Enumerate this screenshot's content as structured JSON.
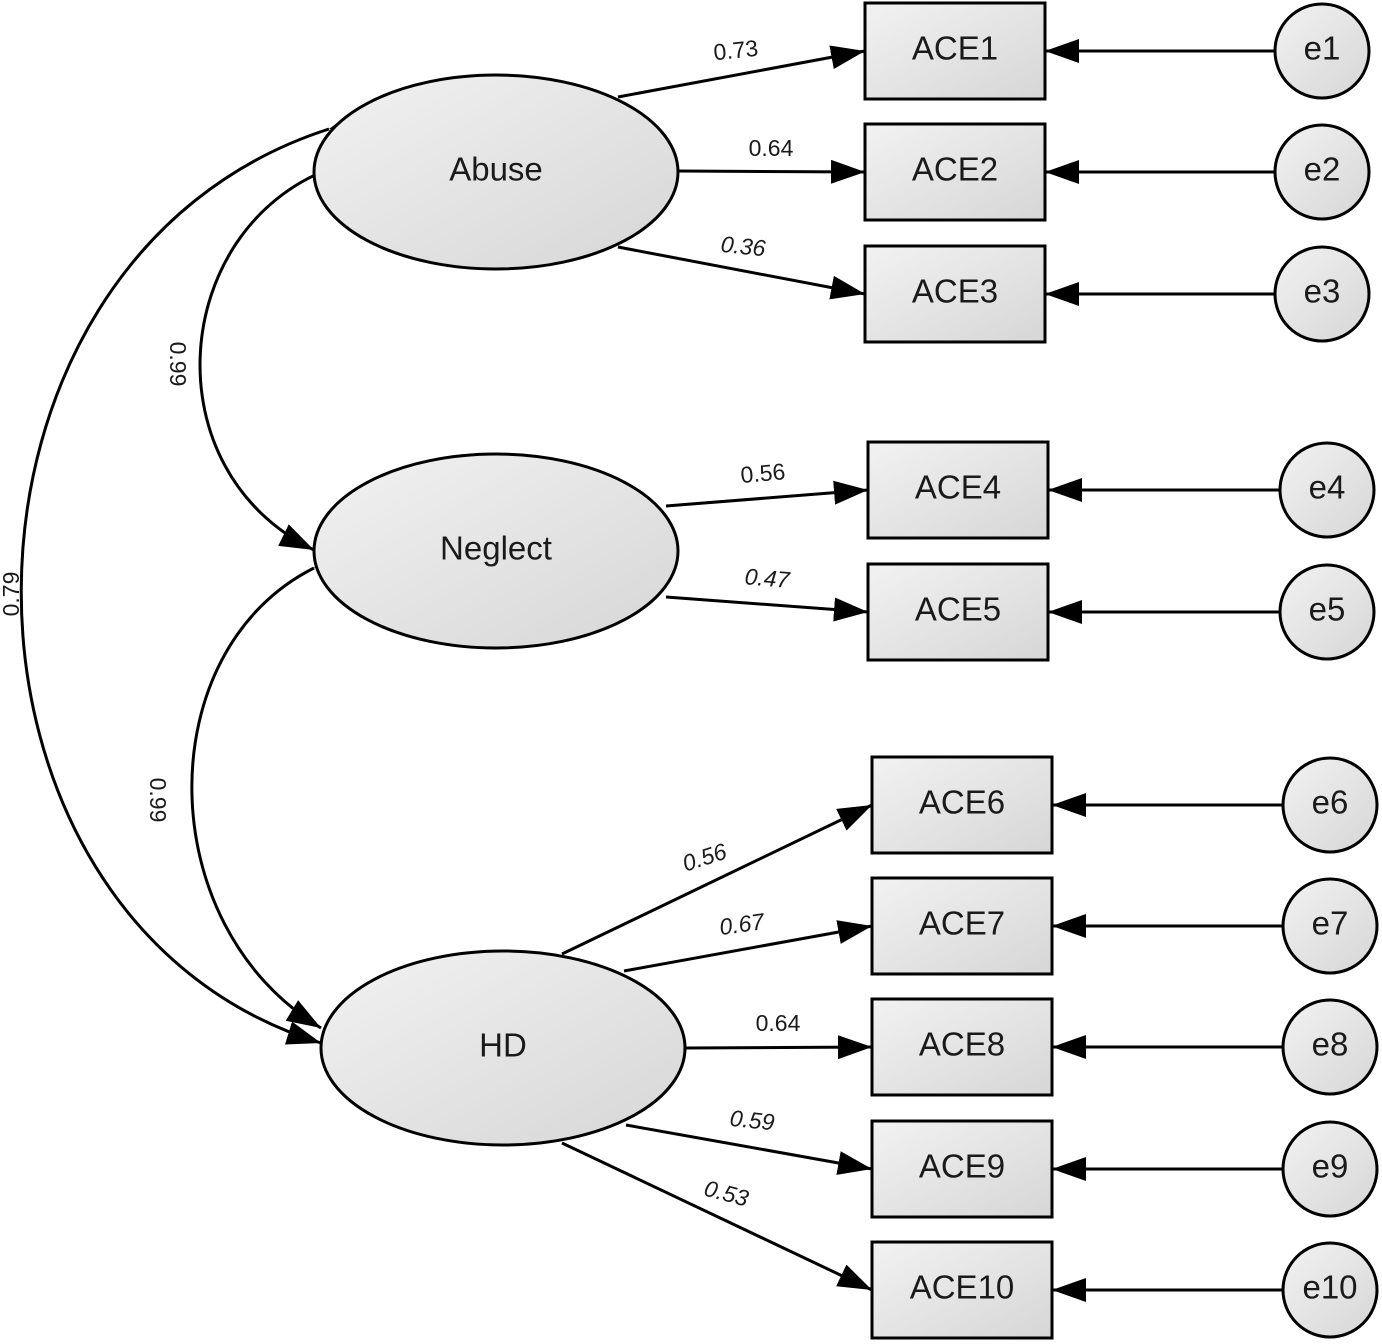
{
  "latent": [
    {
      "id": "abuse",
      "label": "Abuse"
    },
    {
      "id": "neglect",
      "label": "Neglect"
    },
    {
      "id": "hd",
      "label": "HD"
    }
  ],
  "indicators": [
    {
      "label": "ACE1",
      "error": "e1",
      "factor": "abuse",
      "loading": "0.73"
    },
    {
      "label": "ACE2",
      "error": "e2",
      "factor": "abuse",
      "loading": "0.64"
    },
    {
      "label": "ACE3",
      "error": "e3",
      "factor": "abuse",
      "loading": "0.36"
    },
    {
      "label": "ACE4",
      "error": "e4",
      "factor": "neglect",
      "loading": "0.56"
    },
    {
      "label": "ACE5",
      "error": "e5",
      "factor": "neglect",
      "loading": "0.47"
    },
    {
      "label": "ACE6",
      "error": "e6",
      "factor": "hd",
      "loading": "0.56"
    },
    {
      "label": "ACE7",
      "error": "e7",
      "factor": "hd",
      "loading": "0.67"
    },
    {
      "label": "ACE8",
      "error": "e8",
      "factor": "hd",
      "loading": "0.64"
    },
    {
      "label": "ACE9",
      "error": "e9",
      "factor": "hd",
      "loading": "0.59"
    },
    {
      "label": "ACE10",
      "error": "e10",
      "factor": "hd",
      "loading": "0.53"
    }
  ],
  "correlations": [
    {
      "from": "abuse",
      "to": "neglect",
      "value": "0.99"
    },
    {
      "from": "neglect",
      "to": "hd",
      "value": "0.99"
    },
    {
      "from": "abuse",
      "to": "hd",
      "value": "0.79"
    }
  ]
}
